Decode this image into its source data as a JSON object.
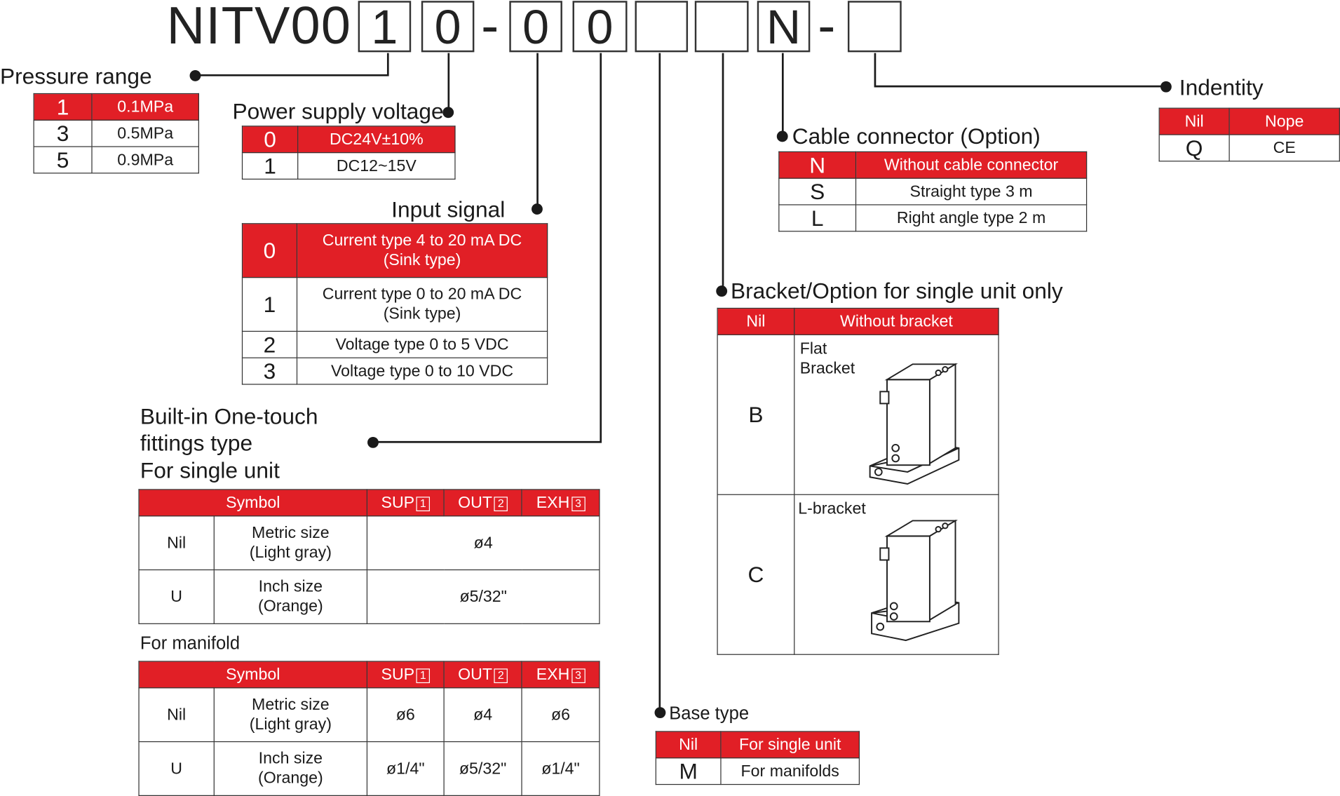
{
  "model": {
    "prefix": "NITV00",
    "boxes": [
      "1",
      "0",
      "0",
      "0",
      "",
      "",
      "N",
      ""
    ],
    "dash": "-"
  },
  "pressure_range": {
    "title": "Pressure range",
    "rows": [
      [
        "1",
        "0.1MPa"
      ],
      [
        "3",
        "0.5MPa"
      ],
      [
        "5",
        "0.9MPa"
      ]
    ]
  },
  "power_supply": {
    "title": "Power supply voltage",
    "rows": [
      [
        "0",
        "DC24V±10%"
      ],
      [
        "1",
        "DC12~15V"
      ]
    ]
  },
  "input_signal": {
    "title": "Input signal",
    "rows": [
      [
        "0",
        "Current type 4 to 20 mA DC",
        "(Sink type)"
      ],
      [
        "1",
        "Current type 0 to 20 mA DC",
        "(Sink type)"
      ],
      [
        "2",
        "Voltage type 0 to 5 VDC",
        ""
      ],
      [
        "3",
        "Voltage type 0 to 10 VDC",
        ""
      ]
    ]
  },
  "fittings": {
    "title_lines": [
      "Built-in One-touch",
      "fittings type",
      "For single unit"
    ],
    "header": {
      "symbol": "Symbol",
      "sup": "SUP",
      "out": "OUT",
      "exh": "EXH",
      "n1": "1",
      "n2": "2",
      "n3": "3"
    },
    "single_rows": [
      {
        "code": "Nil",
        "desc1": "Metric size",
        "desc2": "(Light gray)",
        "size": "ø4"
      },
      {
        "code": "U",
        "desc1": "Inch size",
        "desc2": "(Orange)",
        "size": "ø5/32\""
      }
    ],
    "manifold_title": "For manifold",
    "manifold_rows": [
      {
        "code": "Nil",
        "desc1": "Metric size",
        "desc2": "(Light gray)",
        "sup": "ø6",
        "out": "ø4",
        "exh": "ø6"
      },
      {
        "code": "U",
        "desc1": "Inch size",
        "desc2": "(Orange)",
        "sup": "ø1/4\"",
        "out": "ø5/32\"",
        "exh": "ø1/4\""
      }
    ]
  },
  "base_type": {
    "title": "Base type",
    "rows": [
      [
        "Nil",
        "For single unit"
      ],
      [
        "M",
        "For manifolds"
      ]
    ]
  },
  "bracket": {
    "title": "Bracket/Option for single unit only",
    "header": [
      "Nil",
      "Without bracket"
    ],
    "rows": [
      {
        "code": "B",
        "label1": "Flat",
        "label2": "Bracket"
      },
      {
        "code": "C",
        "label1": "L-bracket",
        "label2": ""
      }
    ]
  },
  "cable": {
    "title": "Cable connector (Option)",
    "rows": [
      [
        "N",
        "Without cable connector"
      ],
      [
        "S",
        "Straight type 3 m"
      ],
      [
        "L",
        "Right angle type 2 m"
      ]
    ]
  },
  "identity": {
    "title": "Indentity",
    "rows": [
      [
        "Nil",
        "Nope"
      ],
      [
        "Q",
        "CE"
      ]
    ]
  },
  "colors": {
    "accent": "#e11f26",
    "line": "#333333",
    "text": "#1a1a1a"
  }
}
